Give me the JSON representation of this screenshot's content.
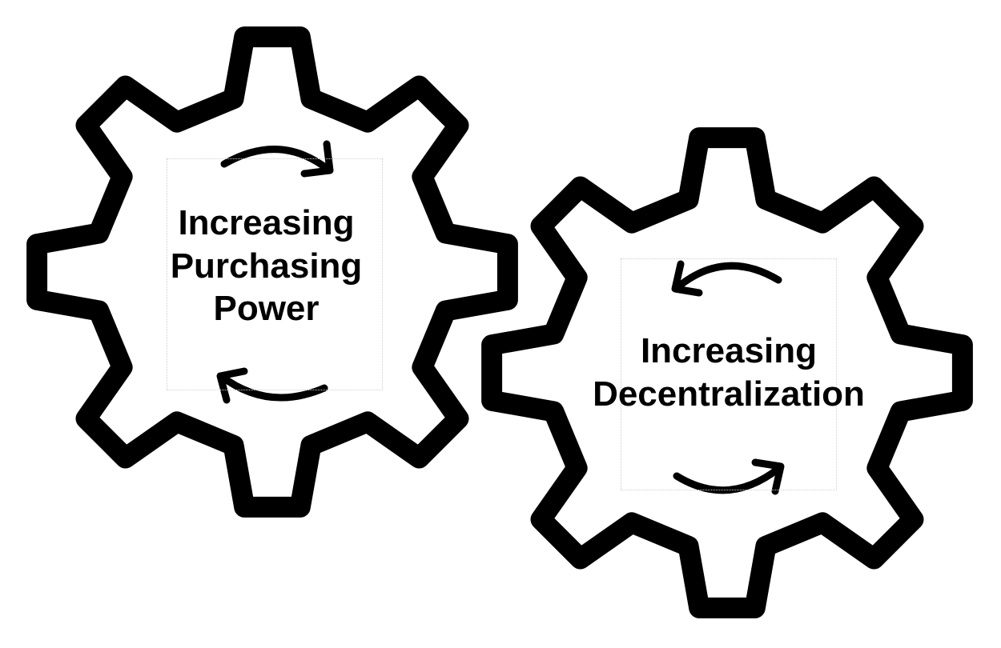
{
  "gears": [
    {
      "id": "purchasing-power",
      "lines": [
        "Increasing",
        "Purchasing",
        "Power"
      ],
      "rotation": "clockwise"
    },
    {
      "id": "decentralization",
      "lines": [
        "Increasing",
        "Decentralization"
      ],
      "rotation": "counter-clockwise"
    }
  ],
  "colors": {
    "stroke": "#000000",
    "fill": "#ffffff",
    "background": "#ffffff"
  },
  "icons": {
    "gear": "gear-icon",
    "rotation": "curved-arrow-icon"
  }
}
